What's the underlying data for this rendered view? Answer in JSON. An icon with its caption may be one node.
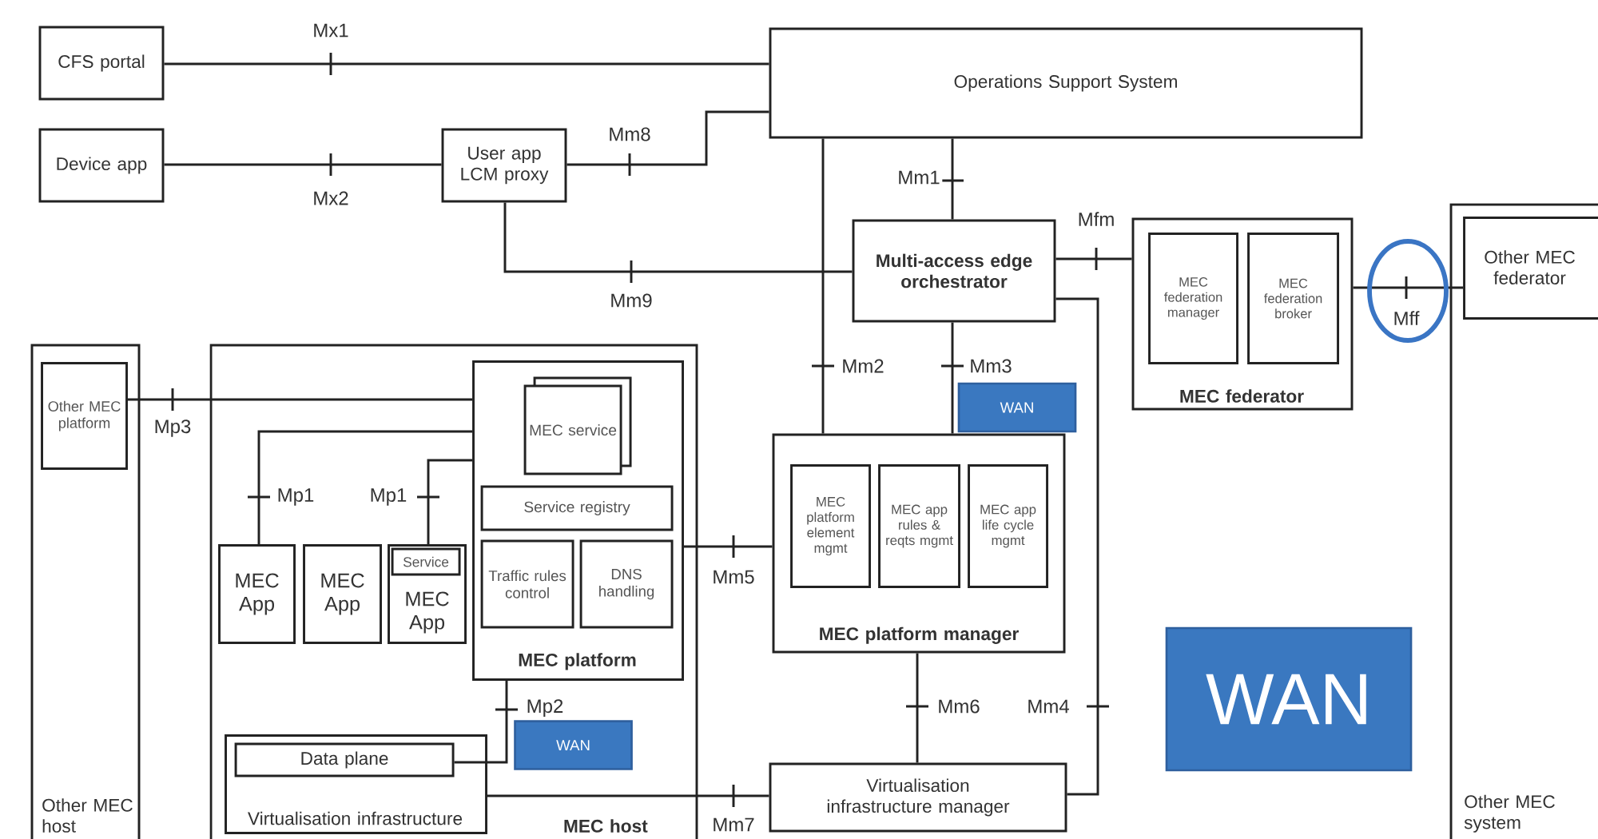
{
  "diagram": {
    "nodes": [
      {
        "text": [
          "CFS portal"
        ]
      },
      {
        "text": [
          "Device app"
        ]
      },
      {
        "text": [
          "User app LCM proxy"
        ]
      },
      {
        "text": [
          "Operations Support System"
        ]
      },
      {
        "text": [
          "Multi-access edge orchestrator"
        ]
      },
      {
        "text": [
          "MEC federator"
        ]
      },
      {
        "text": [
          "MEC federation manager"
        ],
        "in": 5
      },
      {
        "text": [
          "MEC federation broker"
        ],
        "in": 5
      },
      {
        "text": [
          "Other MEC system"
        ]
      },
      {
        "text": [
          "Other MEC federator"
        ],
        "in": 8
      },
      {
        "text": [
          "Other MEC host"
        ]
      },
      {
        "text": [
          "Other MEC platform"
        ],
        "in": 10
      },
      {
        "text": [
          "MEC host"
        ]
      },
      {
        "text": [
          "MEC platform"
        ],
        "in": 12
      },
      {
        "text": [
          "MEC service"
        ],
        "in": 13
      },
      {
        "text": [
          "Service registry"
        ],
        "in": 13
      },
      {
        "text": [
          "Traffic rules control"
        ],
        "in": 13
      },
      {
        "text": [
          "DNS handling"
        ],
        "in": 13
      },
      {
        "text": [
          "MEC App"
        ],
        "in": 12
      },
      {
        "text": [
          "MEC App"
        ],
        "in": 12
      },
      {
        "text": [
          "MEC App"
        ],
        "in": 12
      },
      {
        "text": [
          "Service"
        ],
        "in": 20
      },
      {
        "text": [
          "Virtualisation infrastructure"
        ],
        "in": 12
      },
      {
        "text": [
          "Data plane"
        ],
        "in": 22
      },
      {
        "text": [
          "WAN"
        ],
        "in": 12
      },
      {
        "text": [
          "MEC platform manager"
        ]
      },
      {
        "text": [
          "MEC platform element mgmt"
        ],
        "in": 25
      },
      {
        "text": [
          "MEC app rules & reqts mgmt"
        ],
        "in": 25
      },
      {
        "text": [
          "MEC app life cycle mgmt"
        ],
        "in": 25
      },
      {
        "text": [
          "WAN"
        ]
      },
      {
        "text": [
          "Virtualisation infrastructure manager"
        ]
      },
      {
        "text": [
          "WAN"
        ]
      }
    ],
    "edges": [
      {
        "from": 0,
        "to": 3,
        "arrow": "none",
        "label": "Mx1"
      },
      {
        "from": 1,
        "to": 2,
        "arrow": "none",
        "label": "Mx2"
      },
      {
        "from": 2,
        "to": 3,
        "arrow": "none",
        "label": "Mm8"
      },
      {
        "from": 2,
        "to": 4,
        "arrow": "none",
        "label": "Mm9"
      },
      {
        "from": 3,
        "to": 4,
        "arrow": "none",
        "label": "Mm1"
      },
      {
        "from": 4,
        "to": 5,
        "arrow": "none",
        "label": "Mfm"
      },
      {
        "from": 5,
        "to": 9,
        "arrow": "none",
        "label": "Mff"
      },
      {
        "from": 3,
        "to": 25,
        "arrow": "none",
        "label": "Mm2"
      },
      {
        "from": 4,
        "to": 25,
        "arrow": "none",
        "label": "Mm3"
      },
      {
        "from": 4,
        "to": 30,
        "arrow": "none",
        "label": "Mm4"
      },
      {
        "from": 25,
        "to": 30,
        "arrow": "none",
        "label": "Mm6"
      },
      {
        "from": 13,
        "to": 25,
        "arrow": "none",
        "label": "Mm5"
      },
      {
        "from": 22,
        "to": 30,
        "arrow": "none",
        "label": "Mm7"
      },
      {
        "from": 11,
        "to": 13,
        "arrow": "none",
        "label": "Mp3"
      },
      {
        "from": 18,
        "to": 13,
        "arrow": "none",
        "label": "Mp1"
      },
      {
        "from": 20,
        "to": 13,
        "arrow": "none",
        "label": "Mp1"
      },
      {
        "from": 23,
        "to": 13,
        "arrow": "none",
        "label": "Mp2"
      }
    ]
  }
}
